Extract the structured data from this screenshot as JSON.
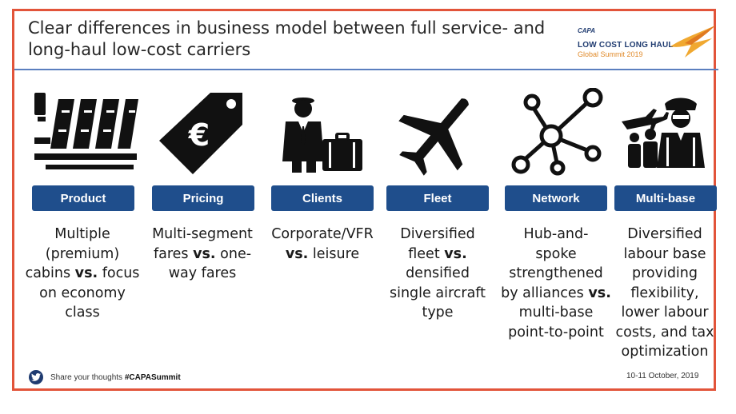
{
  "title": "Clear differences in business model between full service- and long-haul low-cost carriers",
  "logo": {
    "capa": "CAPA",
    "line1": "LOW COST LONG HAUL",
    "line2": "Global Summit 2019"
  },
  "columns": [
    {
      "label": "Product",
      "icon": "airline-seats-icon",
      "desc": [
        "Multiple",
        "(premium)",
        "cabins ",
        "vs.",
        " focus",
        "on economy",
        "class"
      ]
    },
    {
      "label": "Pricing",
      "icon": "euro-tag-icon",
      "desc": [
        "Multi-segment",
        "fares ",
        "vs.",
        " one-",
        "way fares"
      ]
    },
    {
      "label": "Clients",
      "icon": "businessman-suitcase-icon",
      "desc": [
        "Corporate/VFR",
        "vs.",
        " leisure"
      ]
    },
    {
      "label": "Fleet",
      "icon": "airplane-icon",
      "desc": [
        "Diversified",
        "fleet ",
        "vs.",
        "densified",
        "single aircraft",
        "type"
      ]
    },
    {
      "label": "Network",
      "icon": "hub-network-icon",
      "desc": [
        "Hub-and-",
        "spoke",
        "strengthened",
        "by alliances ",
        "vs.",
        "multi-base",
        "point-to-point"
      ]
    },
    {
      "label": "Multi-base",
      "icon": "pilot-crew-icon",
      "desc": [
        "Diversified",
        "labour base",
        "providing",
        "flexibility,",
        "lower labour",
        "costs, and tax",
        "optimization"
      ]
    }
  ],
  "footer": {
    "share_prefix": "Share your thoughts ",
    "hashtag": "#CAPASummit",
    "date": "10-11 October, 2019"
  }
}
